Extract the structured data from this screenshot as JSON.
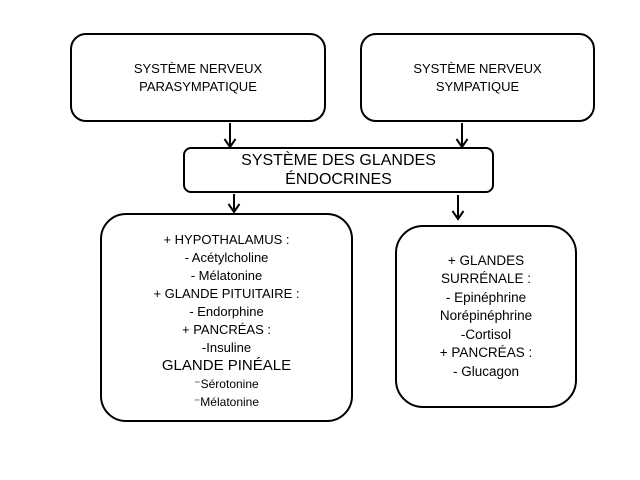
{
  "page": {
    "background": "#ffffff",
    "ink": "#000000"
  },
  "diagram": {
    "nodes": {
      "parasympathetic": {
        "lines": [
          "SYSTÈME NERVEUX",
          "PARASYMPATIQUE"
        ]
      },
      "sympathetic": {
        "lines": [
          "SYSTÈME NERVEUX",
          "SYMPATIQUE"
        ]
      },
      "endocrine": {
        "lines": [
          "SYSTÈME DES GLANDES",
          "ÉNDOCRINES"
        ]
      },
      "left_glands": {
        "lines": [
          "+ HYPOTHALAMUS :",
          "- Acétylcholine",
          "- Mélatonine",
          "+ GLANDE PITUITAIRE :",
          "- Endorphine",
          "+ PANCRÉAS :",
          "-Insuline",
          "GLANDE PINÉALE",
          "⁻Sérotonine",
          "⁻Mélatonine"
        ]
      },
      "right_glands": {
        "lines": [
          "+ GLANDES",
          "SURRÉNALE :",
          "- Epinéphrine",
          "Norépinéphrine",
          "-Cortisol",
          "+ PANCRÉAS :",
          "- Glucagon"
        ]
      }
    },
    "edges": [
      {
        "from": "parasympathetic",
        "to": "endocrine"
      },
      {
        "from": "sympathetic",
        "to": "endocrine"
      },
      {
        "from": "endocrine",
        "to": "left_glands"
      },
      {
        "from": "endocrine",
        "to": "right_glands"
      }
    ]
  }
}
